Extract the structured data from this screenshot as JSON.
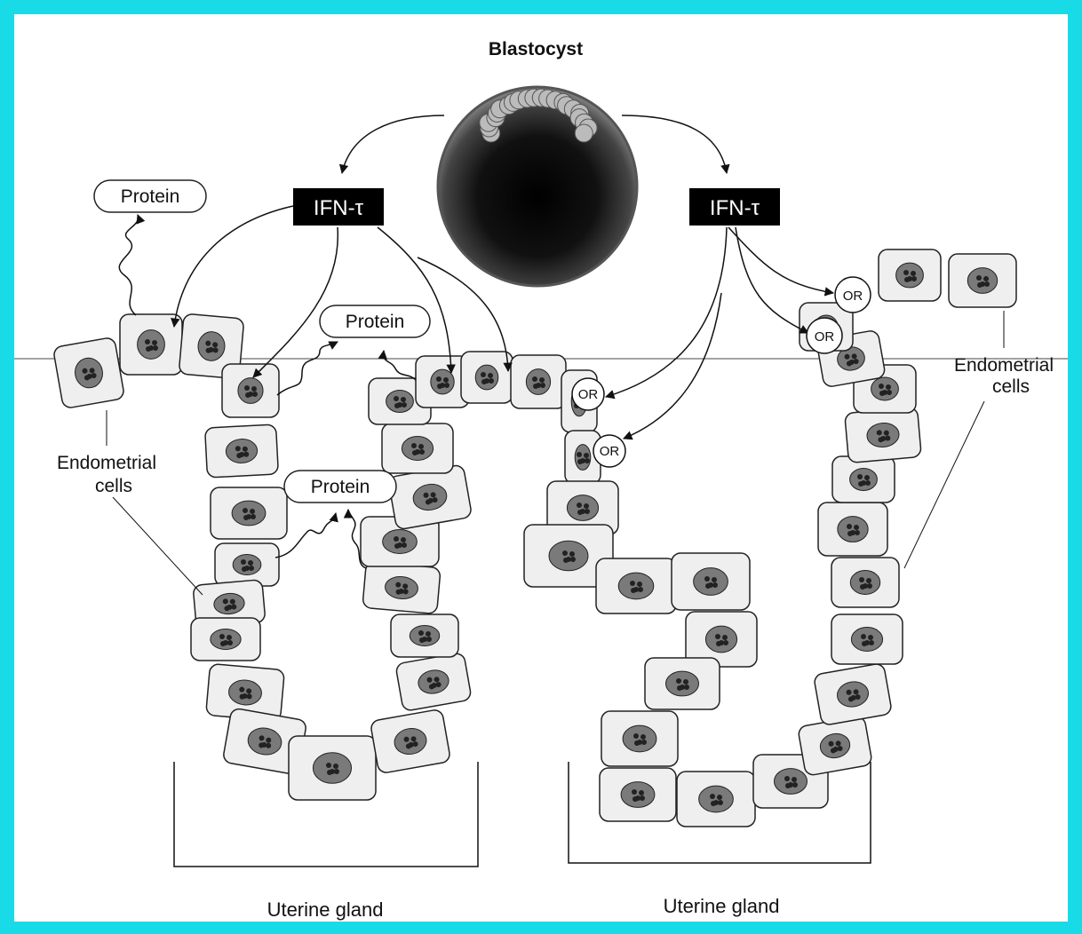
{
  "title": "Blastocyst",
  "ifn_labels": [
    "IFN-τ",
    "IFN-τ"
  ],
  "protein_labels": [
    "Protein",
    "Protein",
    "Protein"
  ],
  "receptor_label": "OR",
  "endometrial_left": [
    "Endometrial",
    "cells"
  ],
  "endometrial_right": [
    "Endometrial",
    "cells"
  ],
  "gland_labels": [
    "Uterine gland",
    "Uterine gland"
  ],
  "colors": {
    "border": "#19dbe7",
    "background": "#000000",
    "cell_fill": "#efefef",
    "nucleus_fill": "#7a7a7a",
    "label_box": "#000000"
  }
}
